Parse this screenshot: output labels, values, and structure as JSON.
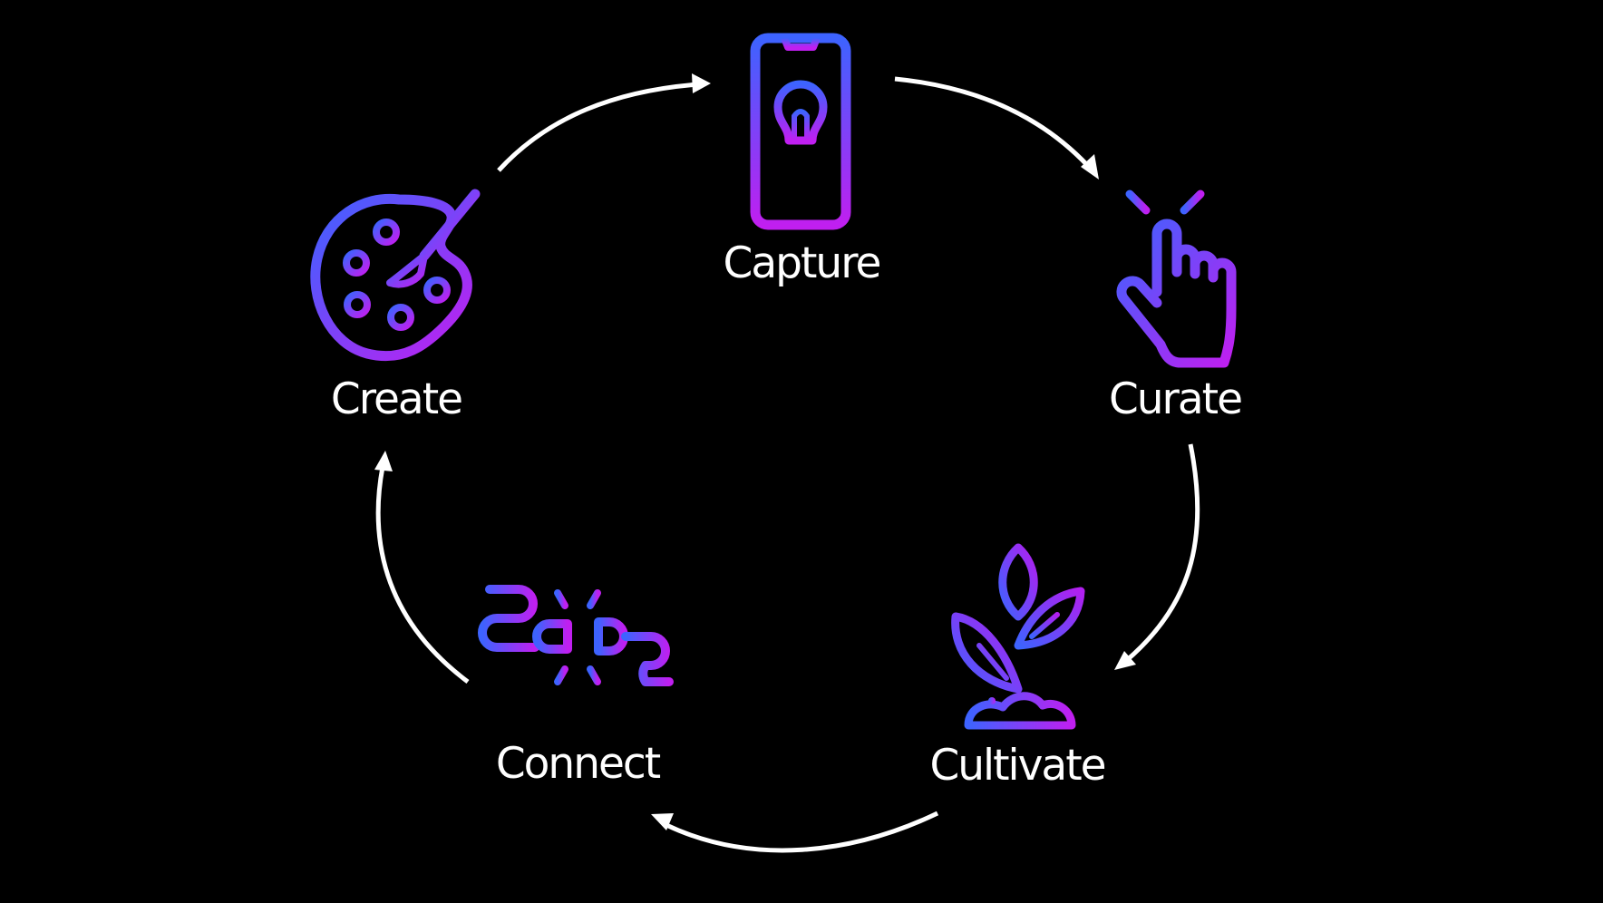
{
  "cycle": {
    "steps": [
      {
        "label": "Capture",
        "icon": "smartphone-lightbulb-icon"
      },
      {
        "label": "Curate",
        "icon": "tapping-hand-icon"
      },
      {
        "label": "Cultivate",
        "icon": "sprouting-plant-icon"
      },
      {
        "label": "Connect",
        "icon": "plug-connector-icon"
      },
      {
        "label": "Create",
        "icon": "paint-palette-icon"
      }
    ]
  },
  "colors": {
    "background": "#000000",
    "text": "#ffffff",
    "arrow": "#ffffff",
    "icon_gradient_start": "#3d63ff",
    "icon_gradient_end": "#c01ff0"
  }
}
